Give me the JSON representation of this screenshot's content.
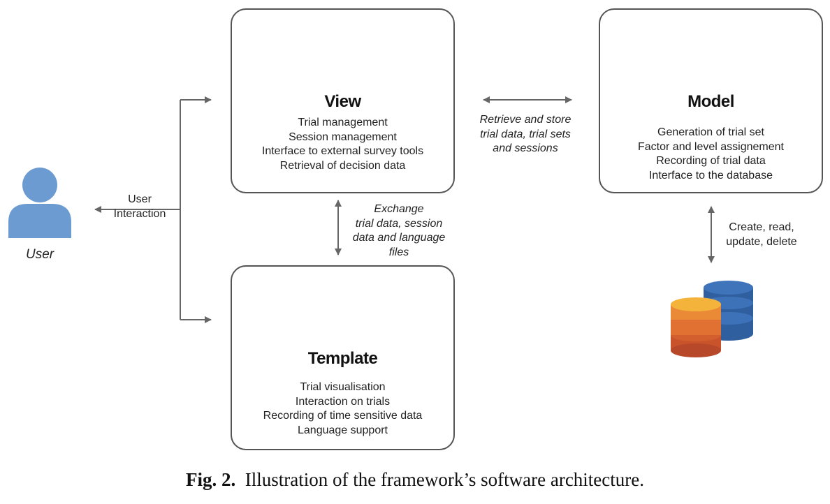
{
  "view": {
    "title": "View",
    "lines": [
      "Trial management",
      "Session management",
      "Interface to external survey tools",
      "Retrieval of decision data"
    ]
  },
  "model": {
    "title": "Model",
    "lines": [
      "Generation of trial set",
      "Factor and level assignement",
      "Recording of trial data",
      "Interface to the database"
    ]
  },
  "template": {
    "title": "Template",
    "lines": [
      "Trial visualisation",
      "Interaction on trials",
      "Recording of time sensitive data",
      "Language support"
    ]
  },
  "user": {
    "label": "User"
  },
  "edges": {
    "user_interaction": [
      "User",
      "Interaction"
    ],
    "view_model": [
      "Retrieve and store",
      "trial data, trial sets",
      "and sessions"
    ],
    "view_template": [
      "Exchange",
      "trial data, session",
      "data and language",
      "files"
    ],
    "model_db": [
      "Create, read,",
      "update, delete"
    ]
  },
  "caption": {
    "label": "Fig. 2.",
    "text": "Illustration of the framework’s software architecture."
  },
  "icons": {
    "user": "user-icon",
    "view": "gears-icon",
    "model": "cubes-icon",
    "template": "template-window-icon",
    "database": "database-icon"
  },
  "colors": {
    "box_border": "#555555",
    "arrow": "#666666",
    "user_icon": "#6b9bd1",
    "gear_blue": "#5b8fd0",
    "gear_pink": "#e85a86",
    "cube_yellow": "#f6c340",
    "cube_purple": "#9b59b6",
    "cube_teal": "#5fc6d0",
    "db_blue": "#2f5f9e",
    "db_orange": "#e8893a"
  }
}
